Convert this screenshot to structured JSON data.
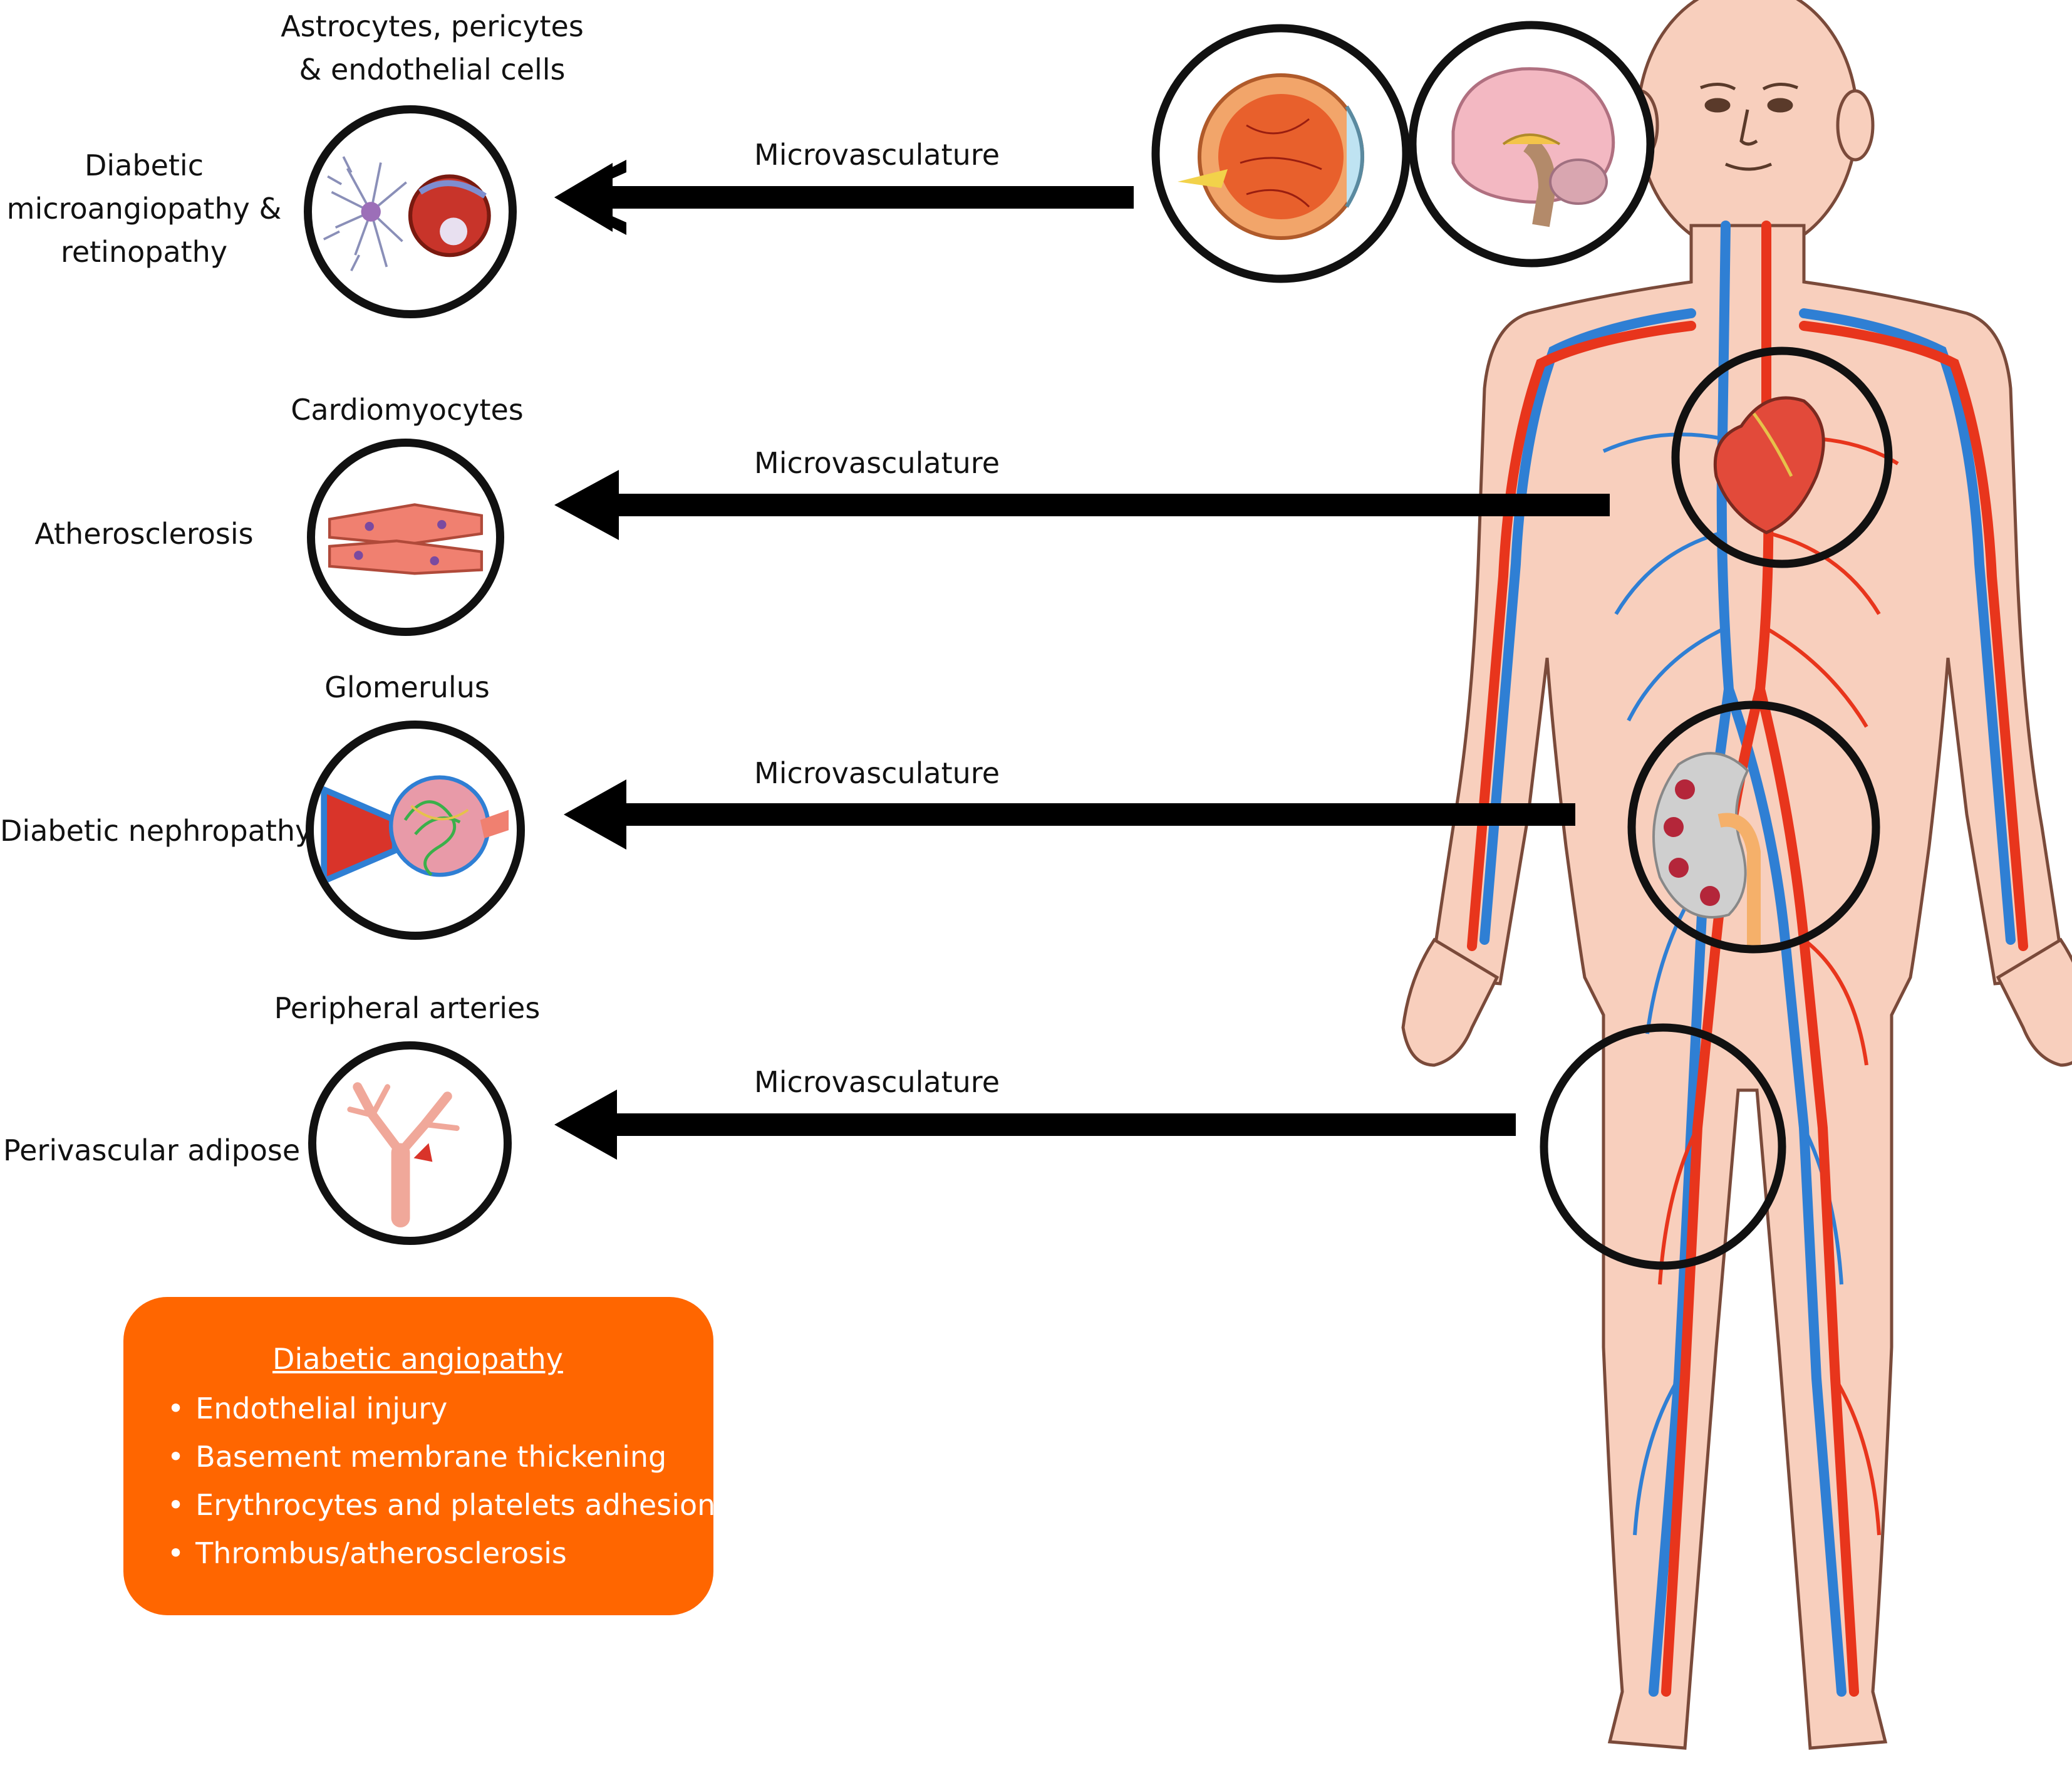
{
  "rows": [
    {
      "cell_label": "Astrocytes, pericytes\n& endothelial cells",
      "disease": "Diabetic\nmicroangiopathy &\nretinopathy",
      "arrow_label": "Microvasculature"
    },
    {
      "cell_label": "Cardiomyocytes",
      "disease": "Atherosclerosis",
      "arrow_label": "Microvasculature"
    },
    {
      "cell_label": "Glomerulus",
      "disease": "Diabetic nephropathy",
      "arrow_label": "Microvasculature"
    },
    {
      "cell_label": "Peripheral arteries",
      "disease": "Perivascular adipose",
      "arrow_label": "Microvasculature"
    }
  ],
  "summary_box": {
    "title": "Diabetic angiopathy",
    "items": [
      "Endothelial injury",
      "Basement membrane thickening",
      "Erythrocytes and platelets adhesion",
      "Thrombus/atherosclerosis"
    ],
    "color": "#ff6600"
  },
  "colors": {
    "artery": "#e8351c",
    "vein": "#2f7fd4",
    "skin": "#f6c8b4",
    "arrow": "#000000"
  }
}
